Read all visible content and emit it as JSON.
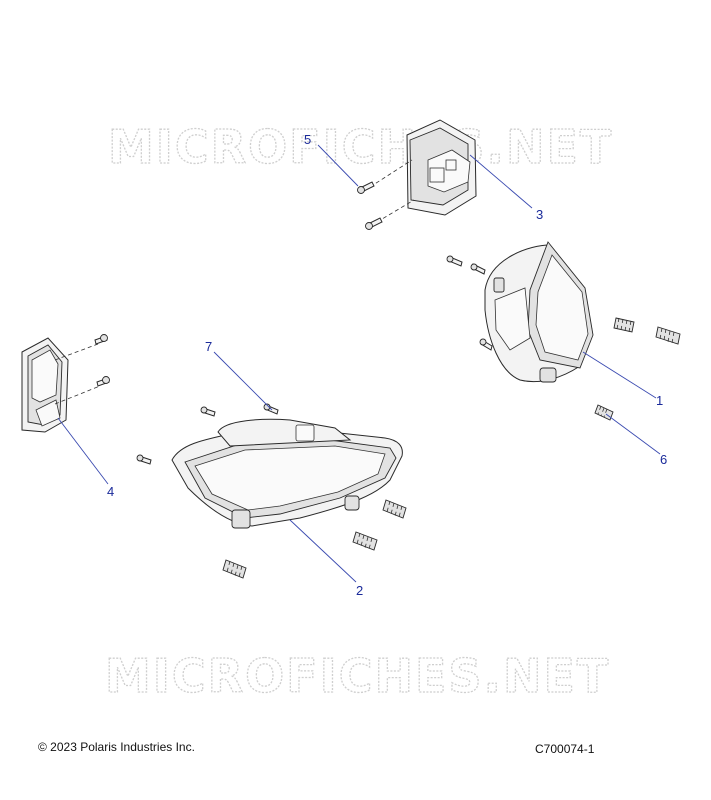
{
  "watermark": {
    "text": "MICROFICHES.NET"
  },
  "callouts": [
    {
      "number": "1",
      "part": "headlight-assembly-right"
    },
    {
      "number": "2",
      "part": "headlight-assembly-left"
    },
    {
      "number": "3",
      "part": "bracket-upper"
    },
    {
      "number": "4",
      "part": "bracket-left"
    },
    {
      "number": "5",
      "part": "screw-bracket"
    },
    {
      "number": "6",
      "part": "spring-adjuster"
    },
    {
      "number": "7",
      "part": "screw-headlight"
    }
  ],
  "footer": {
    "copyright": "© 2023 Polaris Industries Inc.",
    "figure_id": "C700074-1"
  },
  "colors": {
    "callout": "#1a2a9a",
    "watermark": "#cfcfcf"
  }
}
